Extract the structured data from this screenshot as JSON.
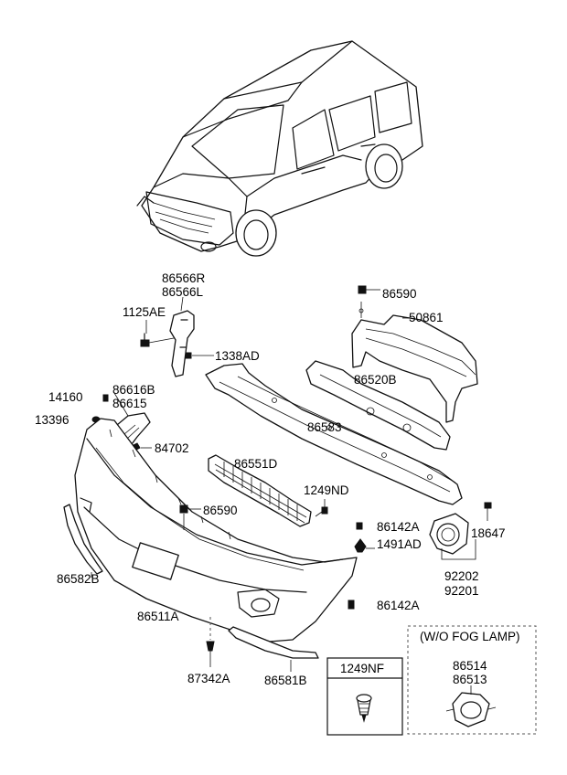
{
  "labels": {
    "p86566R": "86566R",
    "p86566L": "86566L",
    "p1125AE": "1125AE",
    "p1338AD": "1338AD",
    "p86590a": "86590",
    "p50861": "50861",
    "p14160": "14160",
    "p86616B": "86616B",
    "p86615": "86615",
    "p13396": "13396",
    "p84702": "84702",
    "p86520B": "86520B",
    "p86583": "86583",
    "p86551D": "86551D",
    "p1249ND": "1249ND",
    "p86590b": "86590",
    "p86142Aa": "86142A",
    "p1491AD": "1491AD",
    "p18647": "18647",
    "p92202": "92202",
    "p92201": "92201",
    "p86582B": "86582B",
    "p86511A": "86511A",
    "p86142Ab": "86142A",
    "p87342A": "87342A",
    "p86581B": "86581B",
    "p1249NF": "1249NF",
    "fog_title": "(W/O FOG LAMP)",
    "p86514": "86514",
    "p86513": "86513"
  }
}
